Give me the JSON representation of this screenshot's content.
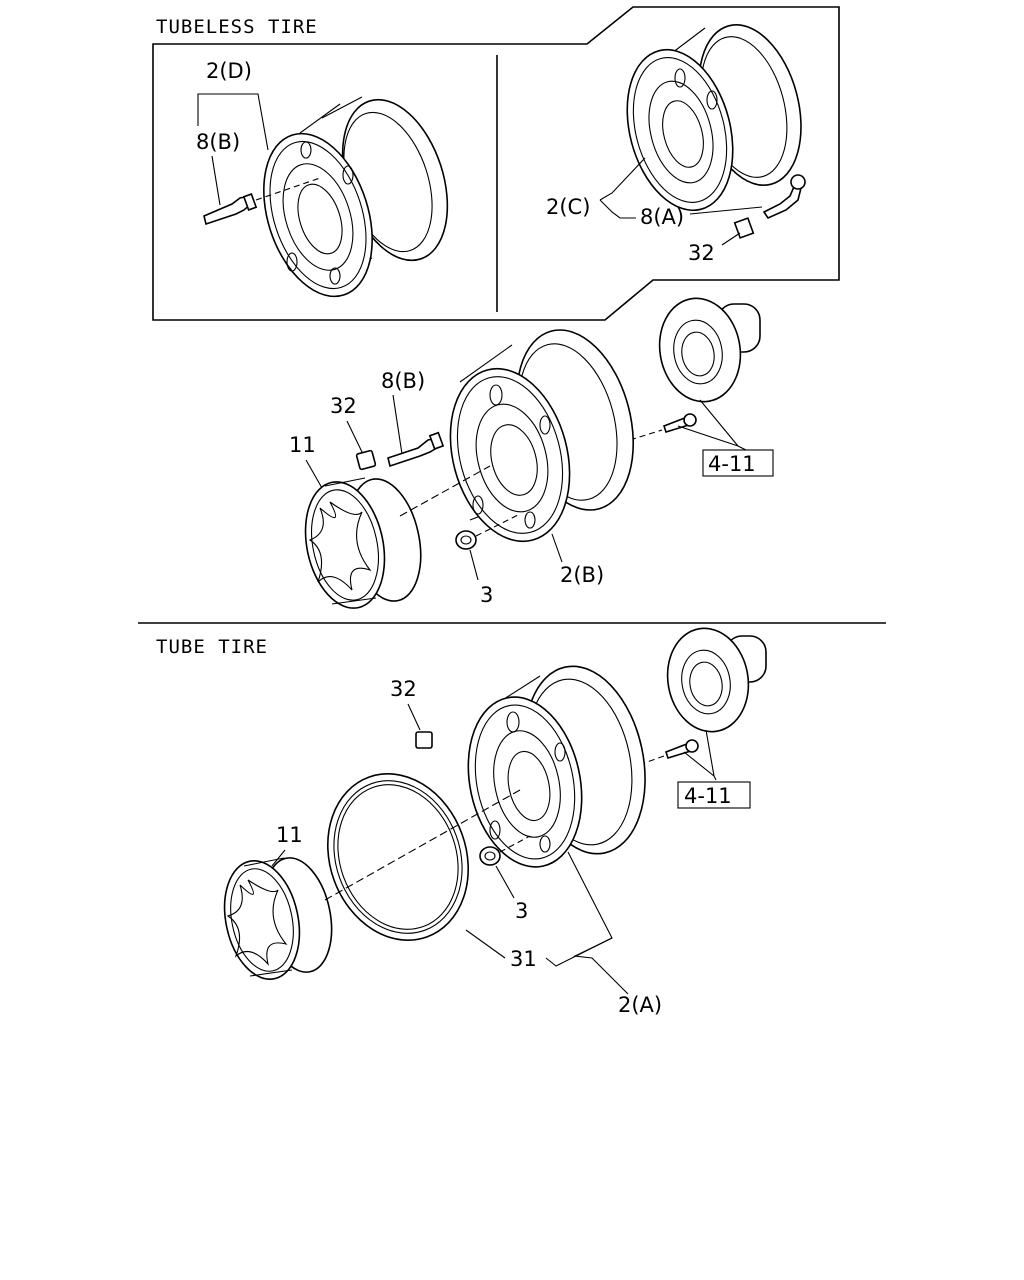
{
  "sections": {
    "tubeless": "TUBELESS TIRE",
    "tube": "TUBE TIRE"
  },
  "callouts": {
    "wheel_d": "2(D)",
    "valve_b_top": "8(B)",
    "wheel_c": "2(C)",
    "valve_a": "8(A)",
    "cap_top_right": "32",
    "valve_b_mid": "8(B)",
    "cap_mid": "32",
    "cover_mid": "11",
    "nut_mid": "3",
    "wheel_b": "2(B)",
    "ref_mid": "4-11",
    "cap_bottom": "32",
    "cover_bottom": "11",
    "nut_bottom": "3",
    "flap": "31",
    "wheel_a": "2(A)",
    "ref_bottom": "4-11"
  }
}
